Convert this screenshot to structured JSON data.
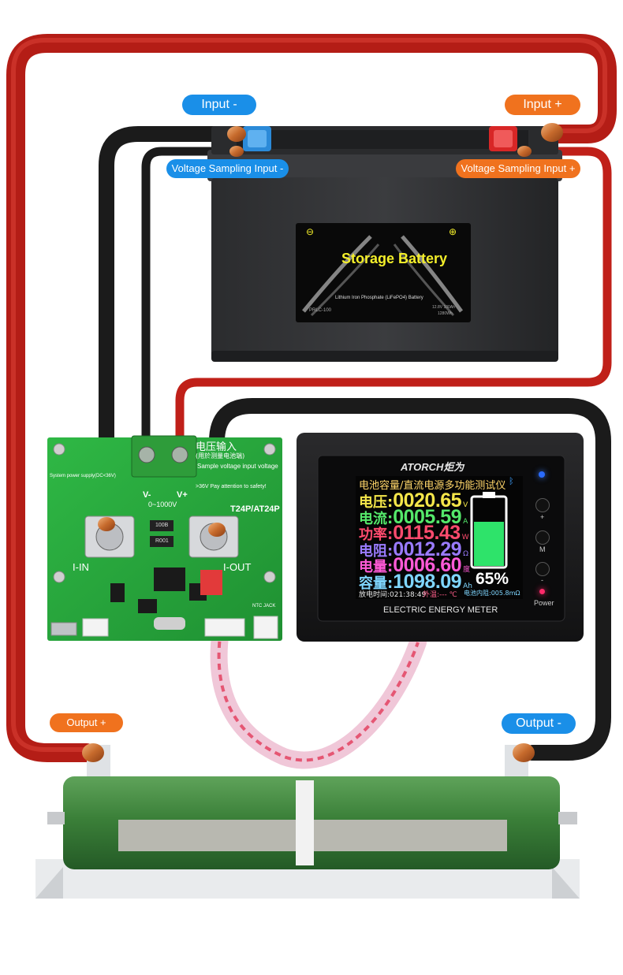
{
  "labels": {
    "input_minus": "Input -",
    "input_plus": "Input +",
    "vsense_minus": "Voltage Sampling Input -",
    "vsense_plus": "Voltage Sampling Input +",
    "output_plus": "Output +",
    "output_minus": "Output -"
  },
  "battery": {
    "title": "Storage Battery",
    "subtitle": "Lithium Iron Phosphate (LiFePO4) Battery",
    "model": "PRLC-100",
    "spec_line1": "12.8V 100Ah",
    "spec_line2": "1280Wh",
    "minus_symbol": "⊖",
    "plus_symbol": "⊕"
  },
  "board": {
    "i_in": "I-IN",
    "i_out": "I-OUT",
    "v_minus": "V-",
    "v_plus": "V+",
    "v_range": "0~1000V",
    "model": "T24P/AT24P",
    "warn": ">36V Pay attention to safety!",
    "sample": "Sample voltage input voltage",
    "cn_title": "电压输入",
    "cn_sub": "(用於测量电池端)",
    "supply": "System power supply(DC<36V)",
    "ntc": "NTC JACK",
    "res1": "100B",
    "res2": "R001"
  },
  "meter": {
    "brand": "ATORCH",
    "brand_cn": "炬为",
    "header": "电池容量/直流电源多功能测试仪",
    "rows": [
      {
        "key": "电压:",
        "value": "0020.65",
        "unit": "V",
        "color": "#f4e64a"
      },
      {
        "key": "电流:",
        "value": "0005.59",
        "unit": "A",
        "color": "#54e86a"
      },
      {
        "key": "功率:",
        "value": "0115.43",
        "unit": "W",
        "color": "#ff4b6e"
      },
      {
        "key": "电阻:",
        "value": "0012.29",
        "unit": "Ω",
        "color": "#9a7bff"
      },
      {
        "key": "电量:",
        "value": "0006.60",
        "unit": "度",
        "color": "#ff5ad7"
      },
      {
        "key": "容量:",
        "value": "1098.09",
        "unit": "Ah",
        "color": "#7fd6ff"
      }
    ],
    "footer_time": "放电时间:021:38:49",
    "footer_ext": "外温:--- ℃",
    "footer_res": "电池内阻:005.8mΩ",
    "percent": "65%",
    "battery_level": 0.65,
    "bottom_label": "ELECTRIC ENERGY METER",
    "btn_plus": "+",
    "btn_m": "M",
    "btn_minus": "-",
    "power": "Power",
    "bt_icon": "bluetooth-icon"
  },
  "colors": {
    "pill_blue": "#1a8fe8",
    "pill_orange": "#f0721e",
    "red_wire": "#c8201a",
    "black_wire": "#1c1c1c",
    "pcb_green": "#27a83a",
    "resistor_green": "#3e8a3c"
  }
}
